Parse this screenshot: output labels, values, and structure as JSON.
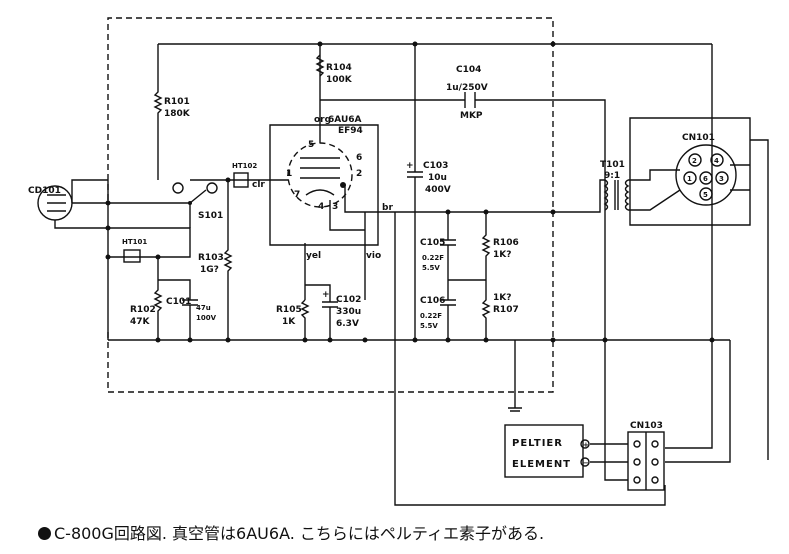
{
  "caption": "C-800G回路図. 真空管は6AU6A. こちらにはペルティエ素子がある.",
  "components": {
    "tube": {
      "type": "6AU6A",
      "alt": "EF94",
      "pins": [
        "5",
        "6",
        "1",
        "2",
        "7",
        "4",
        "3"
      ],
      "leads": {
        "org": "org",
        "clr": "clr",
        "yel": "yel",
        "vio": "vio",
        "br": "br"
      }
    },
    "cd101": "CD101",
    "ht101": "HT101",
    "ht102": "HT102",
    "s101": "S101",
    "r101": {
      "ref": "R101",
      "value": "180K"
    },
    "r102": {
      "ref": "R102",
      "value": "47K"
    },
    "r103": {
      "ref": "R103",
      "value": "1G?"
    },
    "r104": {
      "ref": "R104",
      "value": "100K"
    },
    "r105": {
      "ref": "R105",
      "value": "1K"
    },
    "r106": {
      "ref": "R106",
      "value": "1K?"
    },
    "r107": {
      "ref": "R107",
      "value": "1K?"
    },
    "c101": {
      "ref": "C101",
      "value": "47u",
      "voltage": "100V"
    },
    "c102": {
      "ref": "C102",
      "value": "330u",
      "voltage": "6.3V"
    },
    "c103": {
      "ref": "C103",
      "value": "10u",
      "voltage": "400V"
    },
    "c104": {
      "ref": "C104",
      "value": "1u/250V",
      "type": "MKP"
    },
    "c105": {
      "ref": "C105",
      "value": "0.22F",
      "voltage": "5.5V"
    },
    "c106": {
      "ref": "C106",
      "value": "0.22F",
      "voltage": "5.5V"
    },
    "t101": {
      "ref": "T101",
      "ratio": "9:1"
    },
    "cn101": {
      "ref": "CN101",
      "pins": [
        "1",
        "2",
        "3",
        "4",
        "5",
        "6"
      ]
    },
    "cn103": "CN103",
    "peltier": {
      "line1": "PELTIER",
      "line2": "ELEMENT",
      "pins": [
        "+",
        "−"
      ]
    }
  },
  "misc": {
    "plus": "+"
  }
}
